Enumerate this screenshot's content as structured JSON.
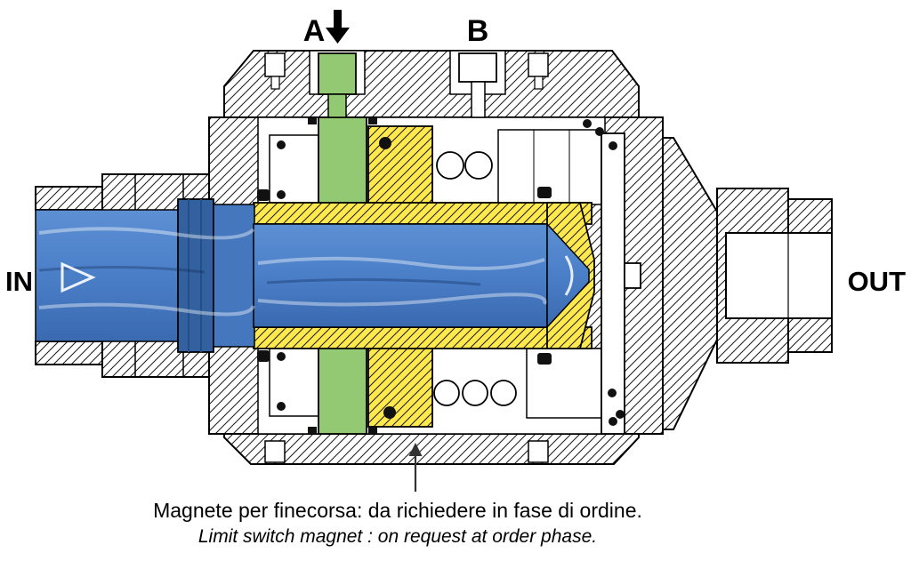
{
  "diagram": {
    "labels": {
      "port_a": "A",
      "port_b": "B",
      "inlet": "IN",
      "outlet": "OUT"
    },
    "caption": {
      "line1_it": "Magnete per finecorsa: da richiedere in fase di ordine.",
      "line2_en": "Limit switch magnet : on request at order phase."
    },
    "colors": {
      "fluid_blue": "#4a7fc8",
      "fluid_blue_dark": "#33619f",
      "pilot_green": "#94c973",
      "shuttle_yellow": "#ffe94d",
      "outline": "#000000",
      "background": "#ffffff"
    }
  }
}
